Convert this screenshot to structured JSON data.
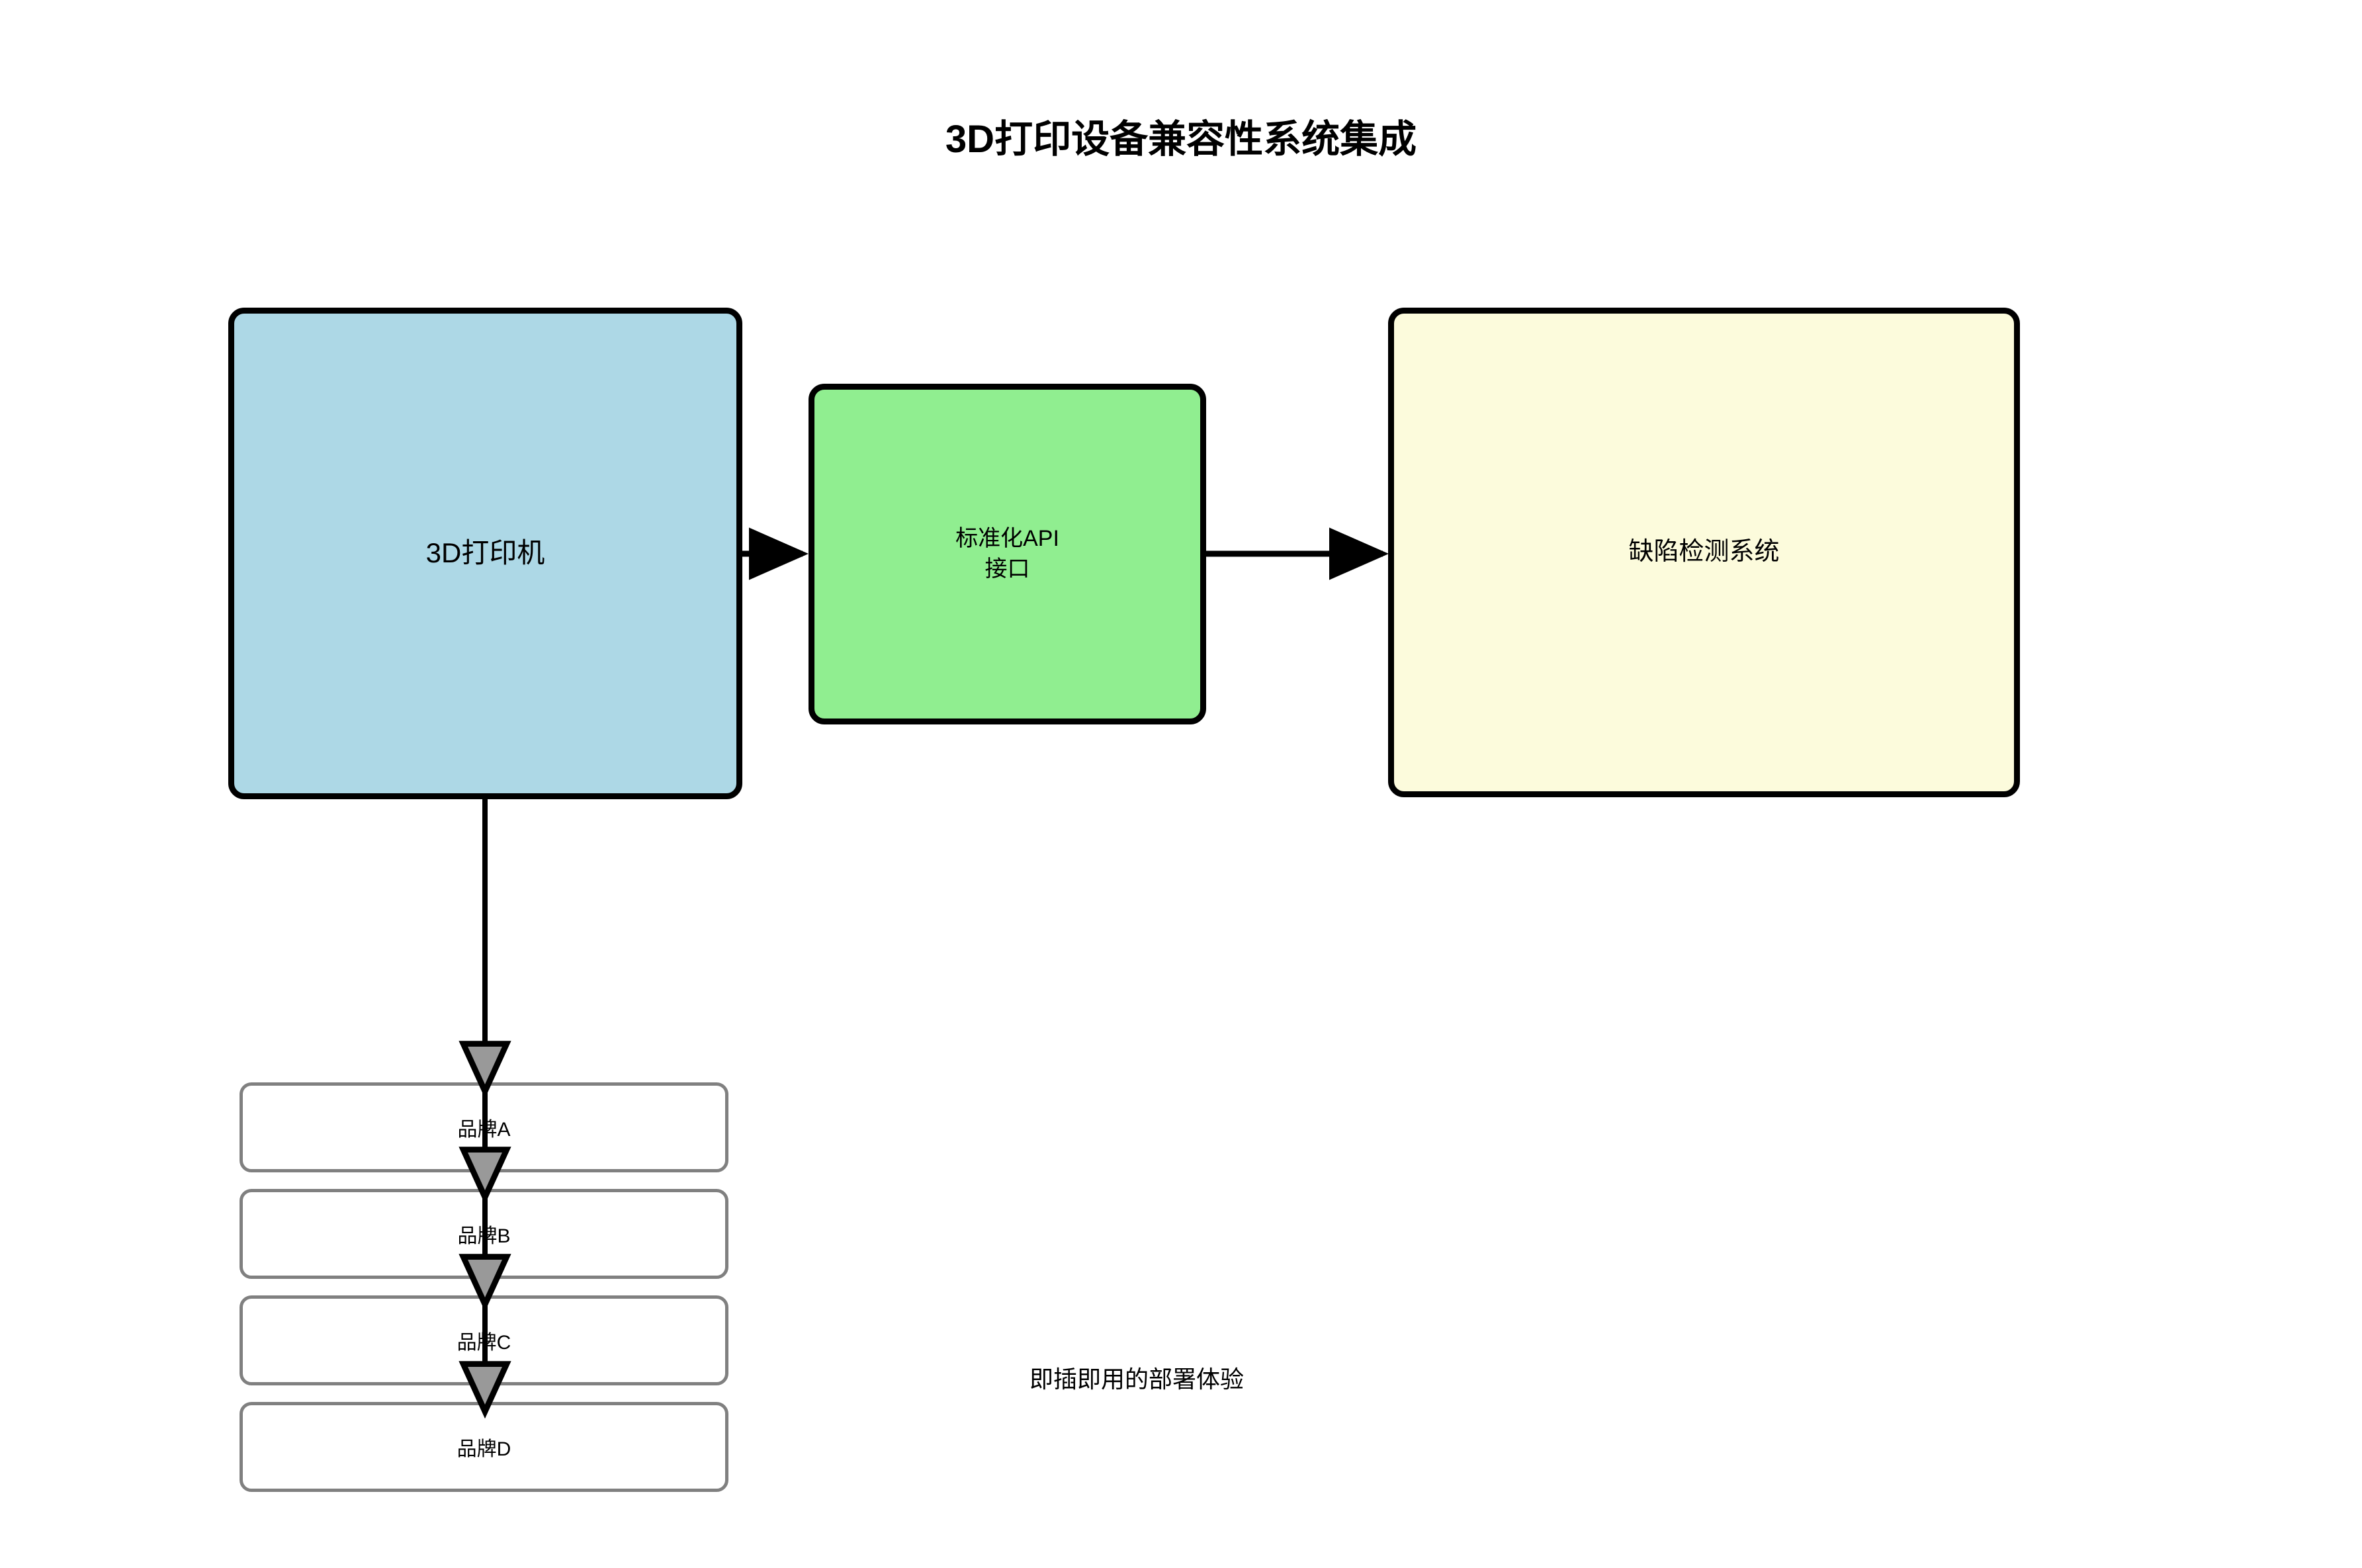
{
  "title": "3D打印设备兼容性系统集成",
  "nodes": {
    "printer": {
      "label": "3D打印机",
      "fill": "#ADD8E6",
      "stroke": "#000000"
    },
    "api": {
      "label": "标准化API\n接口",
      "fill": "#90EE90",
      "stroke": "#000000"
    },
    "defect": {
      "label": "缺陷检测系统",
      "fill": "#FCFBDC",
      "stroke": "#000000"
    }
  },
  "brands": [
    {
      "label": "品牌A"
    },
    {
      "label": "品牌B"
    },
    {
      "label": "品牌C"
    },
    {
      "label": "品牌D"
    }
  ],
  "caption": "即插即用的部署体验",
  "edges": [
    {
      "from": "printer",
      "to": "api",
      "direction": "right",
      "color": "#000000"
    },
    {
      "from": "api",
      "to": "defect",
      "direction": "right",
      "color": "#000000"
    },
    {
      "from": "printer",
      "to": "brandA",
      "direction": "down",
      "color": "#000000"
    },
    {
      "from": "brandA",
      "to": "brandB",
      "direction": "down",
      "color": "#000000"
    },
    {
      "from": "brandB",
      "to": "brandC",
      "direction": "down",
      "color": "#000000"
    },
    {
      "from": "brandC",
      "to": "brandD",
      "direction": "down",
      "color": "#000000"
    }
  ],
  "colors": {
    "background": "#FFFFFF",
    "node_border": "#000000",
    "brand_border": "#808080",
    "arrow": "#000000",
    "arrowhead_fill": "#999999",
    "text": "#000000"
  }
}
